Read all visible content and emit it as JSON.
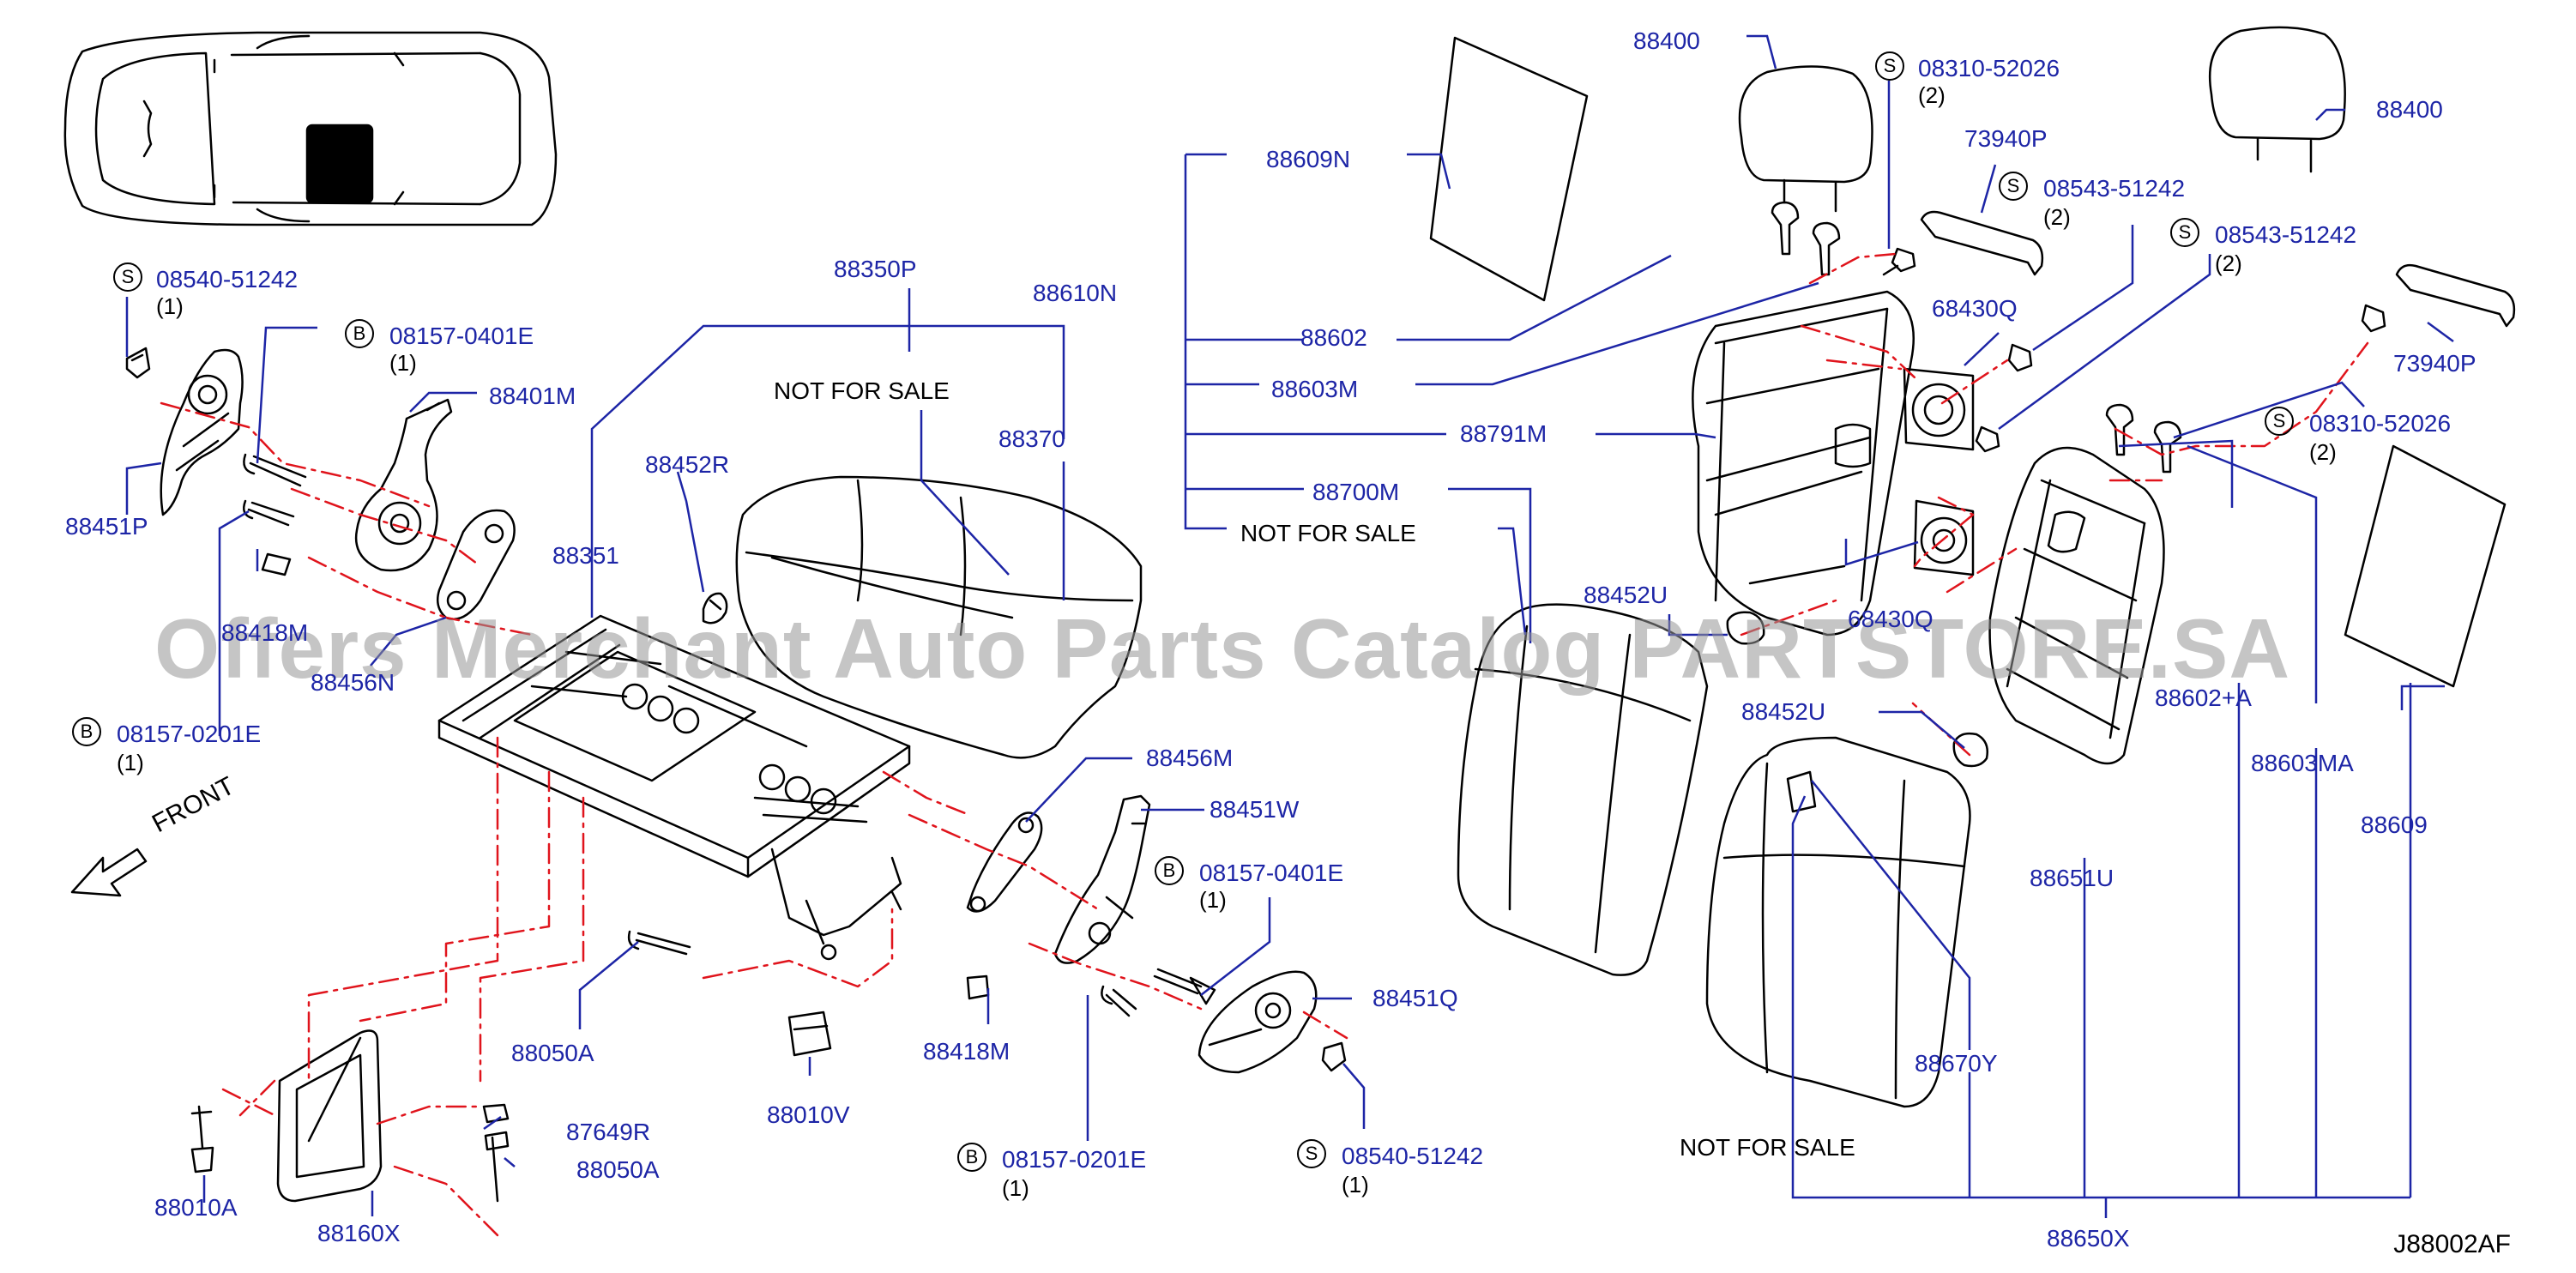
{
  "watermark": "Offers Merchant Auto Parts Catalog PARTSTORE.SA",
  "diagram_code": "J88002AF",
  "front_label": "FRONT",
  "not_for_sale": "NOT FOR SALE",
  "symbols": {
    "s": "S",
    "b": "B"
  },
  "parts": {
    "p08540_left": "08540-51242",
    "p08540_left_qty": "(1)",
    "p08157_0401_left": "08157-0401E",
    "p08157_0401_left_qty": "(1)",
    "p88401M": "88401M",
    "p88451P": "88451P",
    "p88418M_left": "88418M",
    "p88456N": "88456N",
    "p08157_0201_left": "08157-0201E",
    "p08157_0201_left_qty": "(1)",
    "p88350P": "88350P",
    "p88370": "88370",
    "p88452R": "88452R",
    "p88351": "88351",
    "p88456M": "88456M",
    "p88451W": "88451W",
    "p08157_0401_right": "08157-0401E",
    "p08157_0401_right_qty": "(1)",
    "p88451Q": "88451Q",
    "p88050A_1": "88050A",
    "p88418M_right": "88418M",
    "p88010V": "88010V",
    "p08157_0201_right": "08157-0201E",
    "p08157_0201_right_qty": "(1)",
    "p08540_right": "08540-51242",
    "p08540_right_qty": "(1)",
    "p87649R": "87649R",
    "p88050A_2": "88050A",
    "p88010A": "88010A",
    "p88160X": "88160X",
    "p88609N": "88609N",
    "p88610N": "88610N",
    "p88602": "88602",
    "p88603M": "88603M",
    "p88791M": "88791M",
    "p88700M": "88700M",
    "p88452U_1": "88452U",
    "p88452U_2": "88452U",
    "p88400_1": "88400",
    "p88400_2": "88400",
    "p08310_1": "08310-52026",
    "p08310_1_qty": "(2)",
    "p73940P_1": "73940P",
    "p08543_1": "08543-51242",
    "p08543_1_qty": "(2)",
    "p08543_2": "08543-51242",
    "p08543_2_qty": "(2)",
    "p68430Q_1": "68430Q",
    "p68430Q_2": "68430Q",
    "p73940P_2": "73940P",
    "p08310_2": "08310-52026",
    "p08310_2_qty": "(2)",
    "p88602A": "88602+A",
    "p88603MA": "88603MA",
    "p88609": "88609",
    "p88651U": "88651U",
    "p88670Y": "88670Y",
    "p88650X": "88650X"
  }
}
